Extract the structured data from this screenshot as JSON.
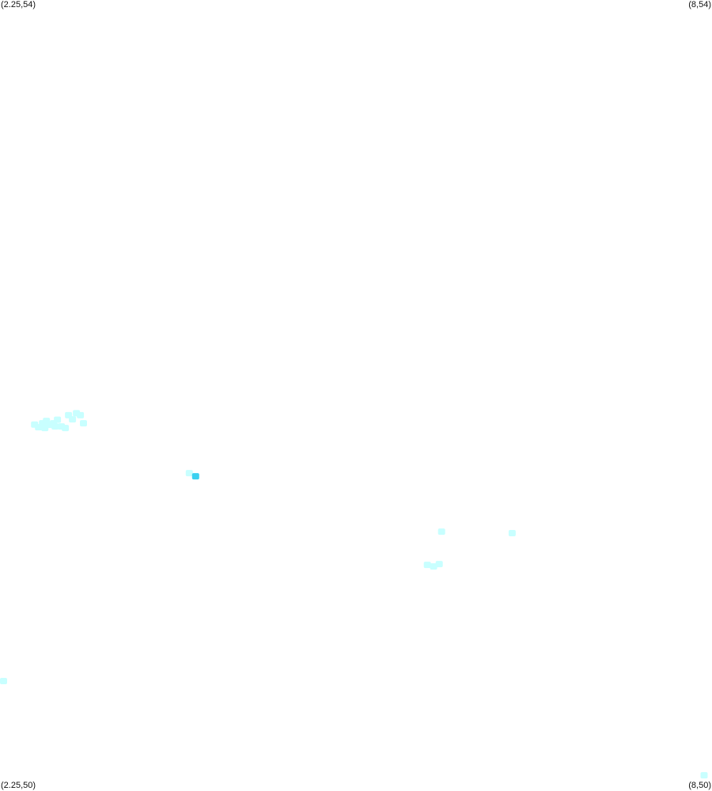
{
  "map": {
    "bounds": {
      "lon_min": 2.25,
      "lon_max": 8,
      "lat_min": 50,
      "lat_max": 54
    },
    "corner_labels": {
      "top_left": "(2.25,54)",
      "top_right": "(8,54)",
      "bottom_left": "(2.25,50)",
      "bottom_right": "(8,50)"
    },
    "colors": {
      "background": "#ffffff",
      "light_cell": "#c8ffff",
      "dark_cell": "#3ad0f0"
    },
    "cells": [
      {
        "lon": 2.529,
        "lat": 51.844,
        "level": "light"
      },
      {
        "lon": 2.561,
        "lat": 51.831,
        "level": "light"
      },
      {
        "lon": 2.593,
        "lat": 51.851,
        "level": "light"
      },
      {
        "lon": 2.625,
        "lat": 51.863,
        "level": "light"
      },
      {
        "lon": 2.65,
        "lat": 51.843,
        "level": "light"
      },
      {
        "lon": 2.682,
        "lat": 51.851,
        "level": "light"
      },
      {
        "lon": 2.714,
        "lat": 51.869,
        "level": "light"
      },
      {
        "lon": 2.746,
        "lat": 51.835,
        "level": "light"
      },
      {
        "lon": 2.778,
        "lat": 51.827,
        "level": "light"
      },
      {
        "lon": 2.803,
        "lat": 51.892,
        "level": "light"
      },
      {
        "lon": 2.835,
        "lat": 51.871,
        "level": "light"
      },
      {
        "lon": 2.867,
        "lat": 51.902,
        "level": "light"
      },
      {
        "lon": 2.899,
        "lat": 51.892,
        "level": "light"
      },
      {
        "lon": 2.924,
        "lat": 51.851,
        "level": "light"
      },
      {
        "lon": 2.612,
        "lat": 51.827,
        "level": "light"
      },
      {
        "lon": 2.695,
        "lat": 51.835,
        "level": "light"
      },
      {
        "lon": 3.779,
        "lat": 51.598,
        "level": "light"
      },
      {
        "lon": 3.83,
        "lat": 51.582,
        "level": "dark"
      },
      {
        "lon": 5.816,
        "lat": 51.301,
        "level": "light"
      },
      {
        "lon": 6.386,
        "lat": 51.293,
        "level": "light"
      },
      {
        "lon": 5.701,
        "lat": 51.132,
        "level": "light"
      },
      {
        "lon": 5.752,
        "lat": 51.124,
        "level": "light"
      },
      {
        "lon": 5.797,
        "lat": 51.136,
        "level": "light"
      },
      {
        "lon": 2.25,
        "lat": 50.542,
        "level": "light"
      },
      {
        "lon": 7.936,
        "lat": 50.064,
        "level": "light"
      }
    ]
  }
}
